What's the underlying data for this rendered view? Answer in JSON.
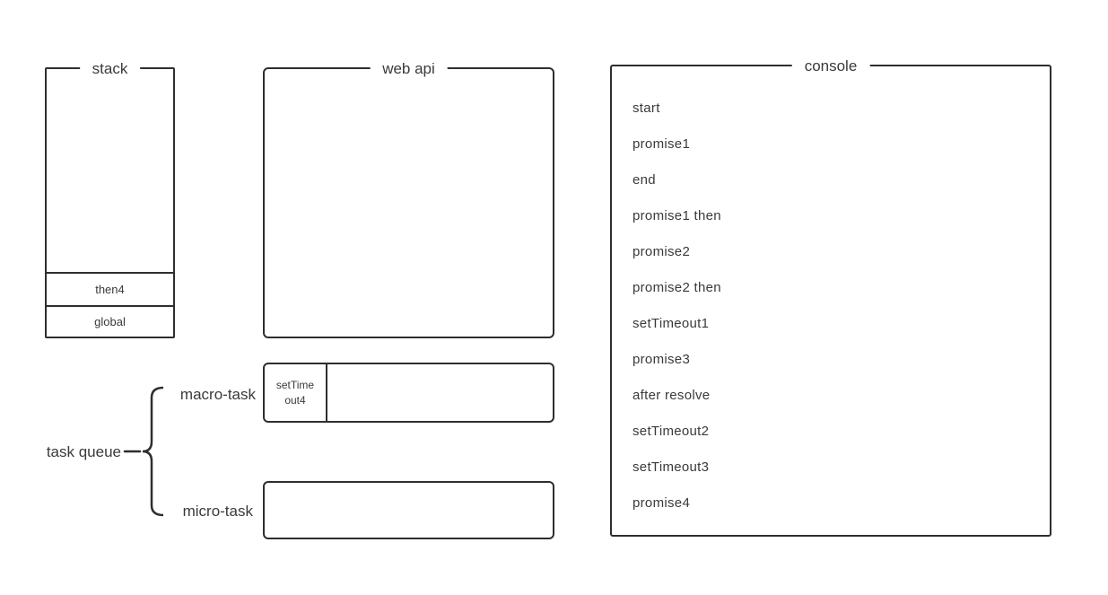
{
  "diagram": {
    "stack": {
      "title": "stack",
      "frames": [
        "then4",
        "global"
      ]
    },
    "web_api": {
      "title": "web api"
    },
    "console": {
      "title": "console",
      "entries": [
        "start",
        "promise1",
        "end",
        "promise1 then",
        "promise2",
        "promise2 then",
        "setTimeout1",
        "promise3",
        "after resolve",
        "setTimeout2",
        "setTimeout3",
        "promise4"
      ]
    },
    "task_queue": {
      "label": "task queue",
      "macro": {
        "label": "macro-task",
        "items": [
          "setTimeout4"
        ]
      },
      "micro": {
        "label": "micro-task",
        "items": []
      }
    },
    "colors": {
      "border": "#2e2e2e",
      "text": "#3a3a3a",
      "background": "#ffffff"
    }
  }
}
